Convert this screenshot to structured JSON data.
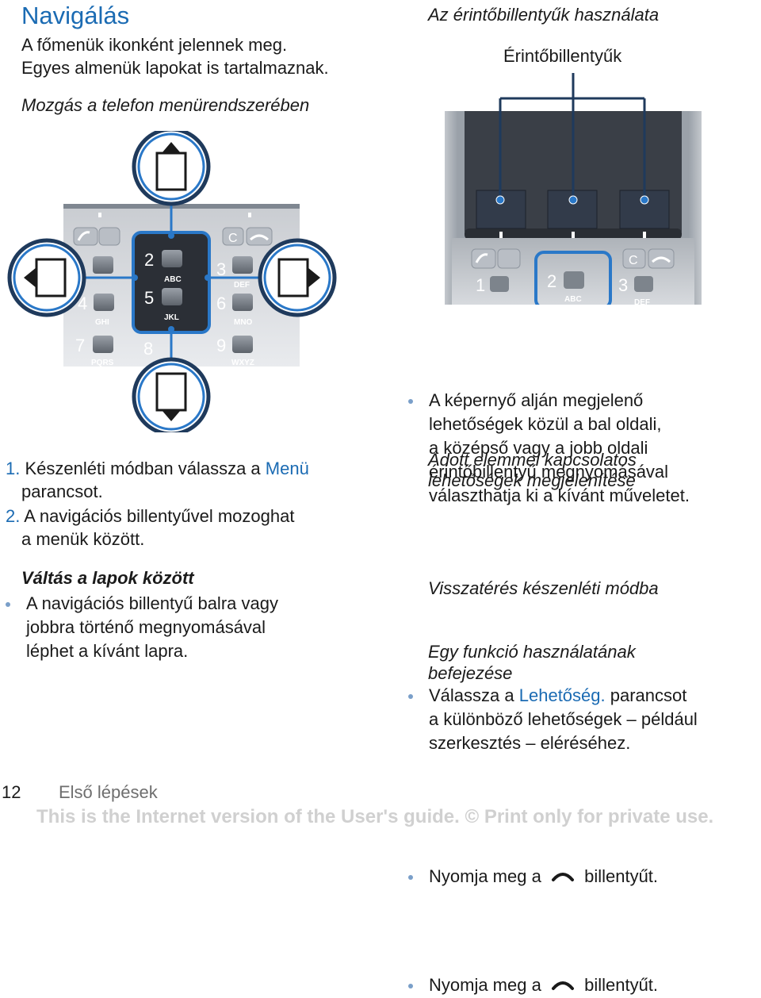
{
  "left": {
    "title": "Navigálás",
    "intro_line1": "A főmenük ikonként jelennek meg.",
    "intro_line2": "Egyes almenük lapokat is tartalmaznak.",
    "subtitle": "Mozgás a telefon menürendszerében",
    "step1_num": "1.",
    "step1_pre": "Készenléti módban válassza a",
    "step1_link": "Menü",
    "step1_line2": "parancsot.",
    "step2_num": "2.",
    "step2_line1": "A navigációs billentyűvel mozoghat",
    "step2_line2": "a menük között.",
    "tabs_heading": "Váltás a lapok között",
    "tabs_line1": "A navigációs billentyű balra vagy",
    "tabs_line2": "jobbra történő megnyomásával",
    "tabs_line3": "léphet a kívánt lapra."
  },
  "right": {
    "heading": "Az érintőbillentyűk használata",
    "figure_caption": "Érintőbillentyűk",
    "softkeys_line1": "A képernyő alján megjelenő",
    "softkeys_line2": "lehetőségek közül a bal oldali,",
    "softkeys_line3": "a középső vagy a jobb oldali",
    "softkeys_line4": "érintőbillentyű megnyomásával",
    "softkeys_line5": "választhatja ki a kívánt műveletet.",
    "options_heading_line1": "Adott elemmel kapcsolatos",
    "options_heading_line2": "lehetőségek megjelenítése",
    "options_pre": "Válassza a",
    "options_link": "Lehetőség.",
    "options_post": "parancsot",
    "options_line2": "a különböző lehetőségek – például",
    "options_line3": "szerkesztés – eléréséhez.",
    "standby_heading": "Visszatérés készenléti módba",
    "standby_pre": "Nyomja meg a",
    "standby_post": "billentyűt.",
    "end_heading_line1": "Egy funkció használatának",
    "end_heading_line2": "befejezése",
    "end_pre": "Nyomja meg a",
    "end_post": "billentyűt."
  },
  "keypad": {
    "k1": "1",
    "k2": "2",
    "k2s": "ABC",
    "k3": "3",
    "k3s": "DEF",
    "k4": "4",
    "k4s": "GHI",
    "k5": "5",
    "k5s": "JKL",
    "k6": "6",
    "k6s": "MNO",
    "k7": "7",
    "k7s": "PQRS",
    "k8": "8",
    "k9": "9",
    "k9s": "WXYZ",
    "clear": "C"
  },
  "footer": {
    "page_number": "12",
    "section": "Első lépések",
    "watermark": "This is the Internet version of the User's guide. © Print only for private use."
  },
  "colors": {
    "accent": "#1b6bb3",
    "navy": "#1f3a5c",
    "highlight": "#2a78c8"
  }
}
